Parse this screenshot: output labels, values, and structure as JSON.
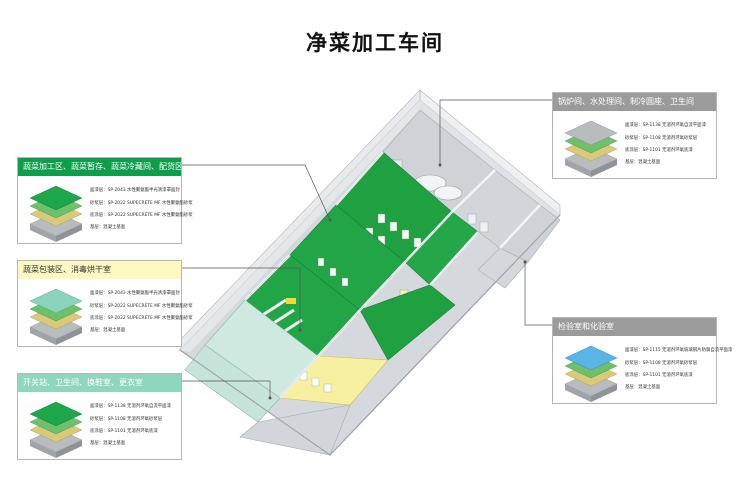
{
  "title": "净菜加工车间",
  "colors": {
    "panel_green_header": "#0d9d4b",
    "panel_yellow_header": "#fdf7c2",
    "panel_teal_header": "#8fd6bf",
    "panel_gray_header": "#9b9b9b",
    "floor_green": "#1fa142",
    "floor_gray": "#c9ccd0",
    "wall": "#e3e6ea"
  },
  "panels": {
    "veg_processing": {
      "header": "蔬菜加工区、蔬菜暂存、蔬菜冷藏间、配货区、净菜冷藏间",
      "layer_top_color": "#1ea64a",
      "layers": [
        "面漆层：SP-2043 水性聚氨酯半光清漆罩面封",
        "砂浆层：SP-2022 SUPECRETE MF 水性聚氨酯砂浆",
        "底涂层：SP-2022 SUPECRETE MF 水性聚氨酯砂浆",
        "基层：混凝土基面"
      ]
    },
    "veg_packaging": {
      "header": "蔬菜包装区、消毒烘干室",
      "layer_top_color": "#8ad3bd",
      "layers": [
        "面漆层：SP-2043 水性聚氨酯半光清漆罩面封",
        "砂浆层：SP-2022 SUPECRETE MF 水性聚氨酯砂浆",
        "底涂层：SP-2022 SUPECRETE MF 水性聚氨酯砂浆",
        "基层：混凝土基面"
      ]
    },
    "restrooms": {
      "header": "开关站、卫生间、换鞋室、更衣室",
      "layer_top_color": "#1ea64a",
      "layers": [
        "面漆层：SP-1138 无溶剂环氧自流平面漆",
        "砂浆层：SP-1108 无溶剂环氧砂浆层",
        "底涂层：SP-1101 无溶剂环氧底漆",
        "基层：混凝土基面"
      ]
    },
    "boiler": {
      "header": "锅炉间、水处理间、制冷圆座、卫生间",
      "layer_top_color": "#b9bcbf",
      "layers": [
        "面漆层：SP-1138 无溶剂环氧自流平面漆",
        "砂浆层：SP-1108 无溶剂环氧砂浆层",
        "底涂层：SP-1101 无溶剂环氧底漆",
        "基层：混凝土基面"
      ]
    },
    "lab": {
      "header": "检验室和化验室",
      "layer_top_color": "#5ab4e6",
      "layers": [
        "面漆层：SP-1115 无溶剂环氧玻璃钢片防腐自流平面漆",
        "砂浆层：SP-1108 无溶剂环氧砂浆层",
        "底涂层：SP-1101 无溶剂环氧底漆",
        "基层：混凝土基面"
      ]
    }
  }
}
